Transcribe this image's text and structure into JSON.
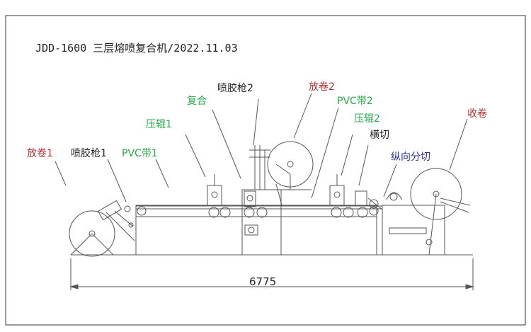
{
  "title": "JDD-1600 三层熔喷复合机/2022.11.03",
  "labels": {
    "unwind1": "放卷1",
    "glue_gun1": "喷胶枪1",
    "pvc_belt1": "PVC带1",
    "press_roller1": "压辊1",
    "laminate": "复合",
    "glue_gun2": "喷胶枪2",
    "unwind2": "放卷2",
    "pvc_belt2": "PVC带2",
    "press_roller2": "压辊2",
    "cross_cut": "横切",
    "longitudinal_slit": "纵向分切",
    "rewind": "收卷"
  },
  "dimension": "6775",
  "colors": {
    "red_label": "#b03030",
    "green_label": "#2aa84a",
    "blue_label": "#2b2fa0",
    "line": "#555555"
  }
}
